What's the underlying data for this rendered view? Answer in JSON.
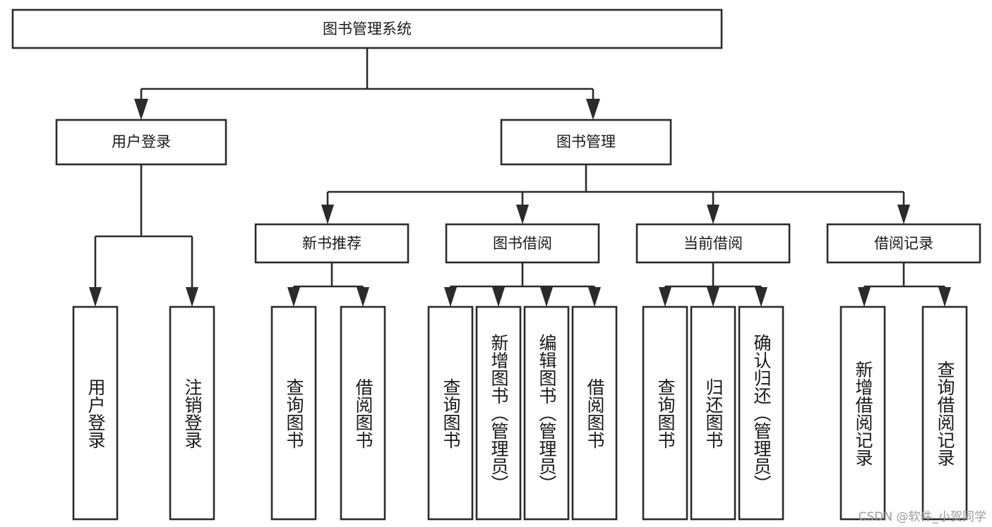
{
  "diagram": {
    "type": "tree-hierarchy",
    "title": "图书管理系统",
    "watermark": "CSDN @软件_小贺同学",
    "colors": {
      "box_stroke": "#2b2b2b",
      "box_fill": "#ffffff",
      "connector": "#2b2b2b",
      "text": "#1a1a1a",
      "watermark": "#9b9b9b",
      "background": "#ffffff"
    },
    "root": {
      "label": "图书管理系统",
      "orientation": "horizontal"
    },
    "level2": [
      {
        "label": "用户登录",
        "orientation": "horizontal"
      },
      {
        "label": "图书管理",
        "orientation": "horizontal"
      }
    ],
    "level3": [
      {
        "label": "新书推荐",
        "orientation": "horizontal",
        "parent": "图书管理"
      },
      {
        "label": "图书借阅",
        "orientation": "horizontal",
        "parent": "图书管理"
      },
      {
        "label": "当前借阅",
        "orientation": "horizontal",
        "parent": "图书管理"
      },
      {
        "label": "借阅记录",
        "orientation": "horizontal",
        "parent": "图书管理"
      }
    ],
    "leaves": [
      {
        "label": "用户登录",
        "orientation": "vertical",
        "parent": "用户登录"
      },
      {
        "label": "注销登录",
        "orientation": "vertical",
        "parent": "用户登录"
      },
      {
        "label": "查询图书",
        "orientation": "vertical",
        "parent": "新书推荐"
      },
      {
        "label": "借阅图书",
        "orientation": "vertical",
        "parent": "新书推荐"
      },
      {
        "label": "查询图书",
        "orientation": "vertical",
        "parent": "图书借阅"
      },
      {
        "label": "新增图书（管理员）",
        "orientation": "vertical",
        "parent": "图书借阅"
      },
      {
        "label": "编辑图书（管理员）",
        "orientation": "vertical",
        "parent": "图书借阅"
      },
      {
        "label": "借阅图书",
        "orientation": "vertical",
        "parent": "图书借阅"
      },
      {
        "label": "查询图书",
        "orientation": "vertical",
        "parent": "当前借阅"
      },
      {
        "label": "归还图书",
        "orientation": "vertical",
        "parent": "当前借阅"
      },
      {
        "label": "确认归还（管理员）",
        "orientation": "vertical",
        "parent": "当前借阅"
      },
      {
        "label": "新增借阅记录",
        "orientation": "vertical",
        "parent": "借阅记录"
      },
      {
        "label": "查询借阅记录",
        "orientation": "vertical",
        "parent": "借阅记录"
      }
    ]
  }
}
